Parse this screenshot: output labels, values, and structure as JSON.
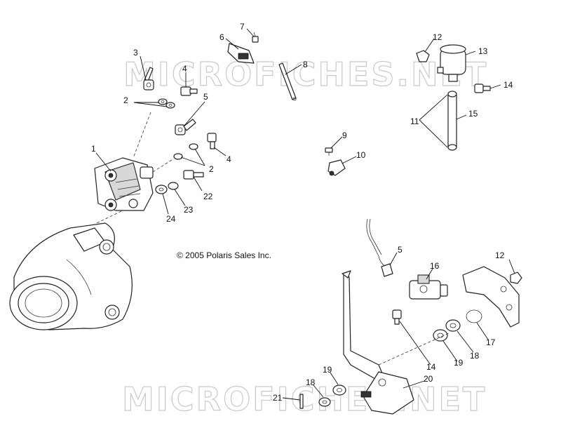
{
  "diagram": {
    "copyright": "© 2005 Polaris Sales Inc.",
    "watermark": "MICROFICHES.NET",
    "callouts": [
      "1",
      "2",
      "2",
      "3",
      "4",
      "4",
      "5",
      "5",
      "6",
      "7",
      "8",
      "9",
      "10",
      "11",
      "12",
      "12",
      "13",
      "14",
      "14",
      "15",
      "16",
      "17",
      "18",
      "18",
      "19",
      "19",
      "20",
      "21",
      "22",
      "23",
      "24"
    ]
  }
}
